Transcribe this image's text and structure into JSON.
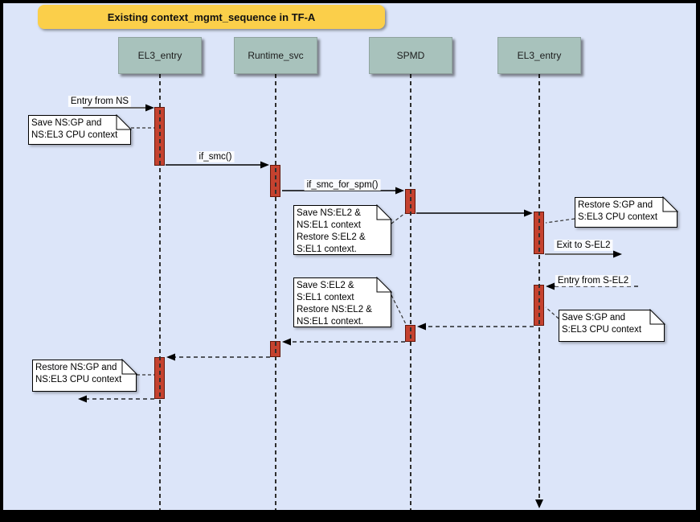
{
  "title": "Existing context_mgmt_sequence in TF-A",
  "participants": [
    "EL3_entry",
    "Runtime_svc",
    "SPMD",
    "EL3_entry"
  ],
  "messages": {
    "entry_from_ns": "Entry from NS",
    "if_smc": "if_smc()",
    "if_smc_for_spm": "if_smc_for_spm()",
    "exit_to_s_el2": "Exit to S-EL2",
    "entry_from_s_el2": "Entry from S-EL2"
  },
  "notes": {
    "save_ns_gp": "Save NS:GP and\nNS:EL3 CPU context",
    "save_ns_el2": "Save NS:EL2 &\nNS:EL1 context\nRestore S:EL2 &\nS:EL1 context.",
    "restore_s_gp": "Restore S:GP and\nS:EL3 CPU context",
    "save_s_gp": "Save S:GP and\nS:EL3 CPU context",
    "save_s_el2": "Save S:EL2 &\nS:EL1 context\nRestore NS:EL2 &\nNS:EL1 context.",
    "restore_ns_gp": "Restore NS:GP and\nNS:EL3 CPU context"
  },
  "colors": {
    "background": "#dce5f9",
    "frame": "#000000",
    "title_fill": "#fbcf4a",
    "participant_fill": "#a8c2bc",
    "activation_fill": "#c5422f",
    "arrow_internal": "#000000",
    "arrow_external": "#666666",
    "note_fill": "#ffffff"
  }
}
